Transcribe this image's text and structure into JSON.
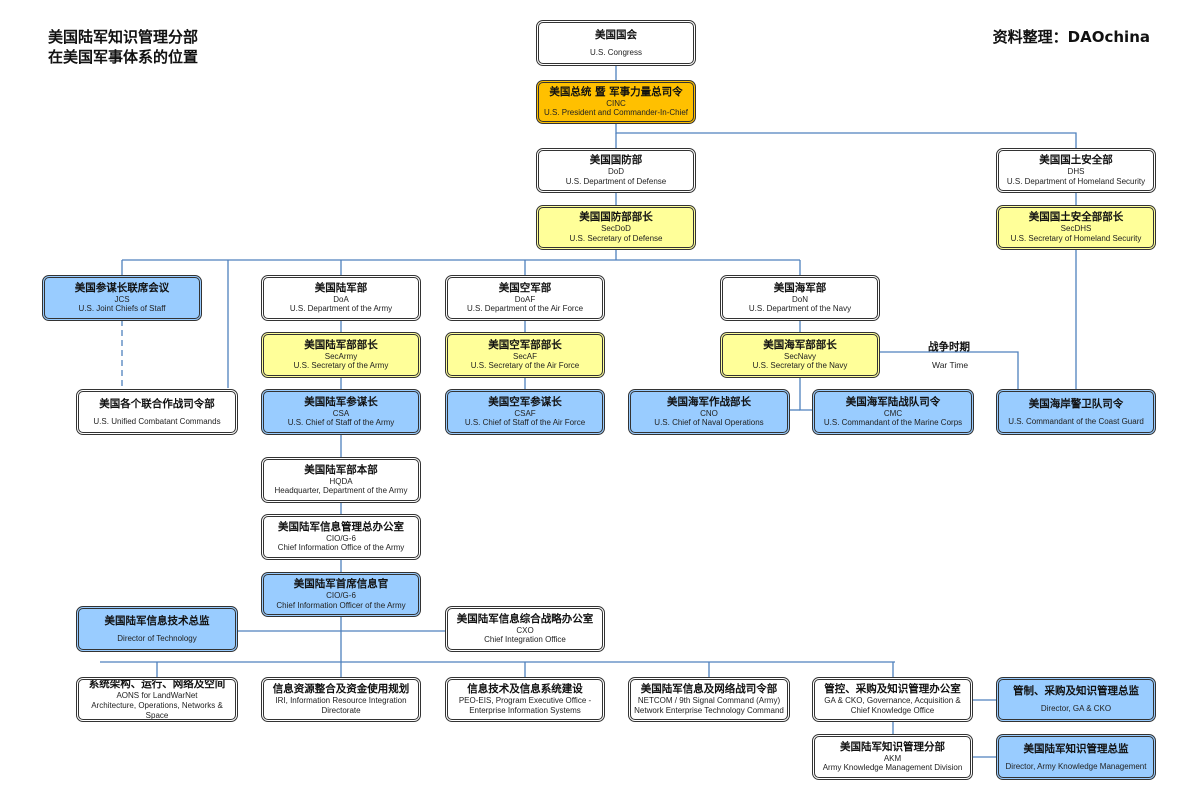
{
  "title": {
    "line1": "美国陆军知识管理分部",
    "line2": "在美国军事体系的位置"
  },
  "credit": "资料整理：DAOchina",
  "war_time": {
    "zh": "战争时期",
    "en": "War Time"
  },
  "colors": {
    "yellow": "#ffff99",
    "orange": "#ffc000",
    "blue": "#99ccff",
    "line": "#4f81bd"
  },
  "nodes": {
    "congress": {
      "zh": "美国国会",
      "ab": "",
      "en": "U.S. Congress"
    },
    "cinc": {
      "zh": "美国总统 暨 军事力量总司令",
      "ab": "CINC",
      "en": "U.S. President and Commander-In-Chief"
    },
    "dod": {
      "zh": "美国国防部",
      "ab": "DoD",
      "en": "U.S. Department of Defense"
    },
    "dhs": {
      "zh": "美国国土安全部",
      "ab": "DHS",
      "en": "U.S. Department of Homeland Security"
    },
    "secdod": {
      "zh": "美国国防部部长",
      "ab": "SecDoD",
      "en": "U.S. Secretary of Defense"
    },
    "secdhs": {
      "zh": "美国国土安全部部长",
      "ab": "SecDHS",
      "en": "U.S. Secretary of Homeland Security"
    },
    "jcs": {
      "zh": "美国参谋长联席会议",
      "ab": "JCS",
      "en": "U.S. Joint Chiefs of Staff"
    },
    "doa": {
      "zh": "美国陆军部",
      "ab": "DoA",
      "en": "U.S. Department of the Army"
    },
    "doaf": {
      "zh": "美国空军部",
      "ab": "DoAF",
      "en": "U.S. Department of the Air Force"
    },
    "don": {
      "zh": "美国海军部",
      "ab": "DoN",
      "en": "U.S. Department of the Navy"
    },
    "secarmy": {
      "zh": "美国陆军部部长",
      "ab": "SecArmy",
      "en": "U.S. Secretary of the Army"
    },
    "secaf": {
      "zh": "美国空军部部长",
      "ab": "SecAF",
      "en": "U.S. Secretary of the Air Force"
    },
    "secnavy": {
      "zh": "美国海军部部长",
      "ab": "SecNavy",
      "en": "U.S. Secretary of the Navy"
    },
    "ucc": {
      "zh": "美国各个联合作战司令部",
      "ab": "",
      "en": "U.S. Unified Combatant Commands"
    },
    "csa": {
      "zh": "美国陆军参谋长",
      "ab": "CSA",
      "en": "U.S. Chief of Staff of the Army"
    },
    "csaf": {
      "zh": "美国空军参谋长",
      "ab": "CSAF",
      "en": "U.S. Chief of Staff of the Air Force"
    },
    "cno": {
      "zh": "美国海军作战部长",
      "ab": "CNO",
      "en": "U.S. Chief of Naval Operations"
    },
    "cmc": {
      "zh": "美国海军陆战队司令",
      "ab": "CMC",
      "en": "U.S. Commandant of the Marine Corps"
    },
    "coastguard": {
      "zh": "美国海岸警卫队司令",
      "ab": "",
      "en": "U.S. Commandant of the Coast Guard"
    },
    "hqda": {
      "zh": "美国陆军部本部",
      "ab": "HQDA",
      "en": "Headquarter, Department of the Army"
    },
    "cio_office": {
      "zh": "美国陆军信息管理总办公室",
      "ab": "CIO/G-6",
      "en": "Chief Information Office of the Army"
    },
    "cio": {
      "zh": "美国陆军首席信息官",
      "ab": "CIO/G-6",
      "en": "Chief Information Officer of the Army"
    },
    "tech": {
      "zh": "美国陆军信息技术总监",
      "ab": "",
      "en": "Director of Technology"
    },
    "cxo": {
      "zh": "美国陆军信息综合战略办公室",
      "ab": "CXO",
      "en": "Chief Integration Office"
    },
    "aons": {
      "zh": "系统架构、运行、网络及空间",
      "ab": "AONS for LandWarNet",
      "en": "Architecture, Operations, Networks & Space"
    },
    "iri": {
      "zh": "信息资源整合及资金使用规划",
      "ab": "IRI, Information Resource Integration",
      "en": "Directorate"
    },
    "peo": {
      "zh": "信息技术及信息系统建设",
      "ab": "PEO-EIS, Program Executive Office -",
      "en": "Enterprise Information Systems"
    },
    "netcom": {
      "zh": "美国陆军信息及网络战司令部",
      "ab": "NETCOM / 9th Signal Command (Army)",
      "en": "Network Enterprise Technology Command"
    },
    "gacko": {
      "zh": "管控、采购及知识管理办公室",
      "ab": "GA & CKO, Governance, Acquisition &",
      "en": "Chief Knowledge Office"
    },
    "gacko_dir": {
      "zh": "管制、采购及知识管理总监",
      "ab": "",
      "en": "Director, GA & CKO"
    },
    "akm": {
      "zh": "美国陆军知识管理分部",
      "ab": "AKM",
      "en": "Army Knowledge Management Division"
    },
    "akm_dir": {
      "zh": "美国陆军知识管理总监",
      "ab": "",
      "en": "Director, Army Knowledge Management"
    }
  }
}
